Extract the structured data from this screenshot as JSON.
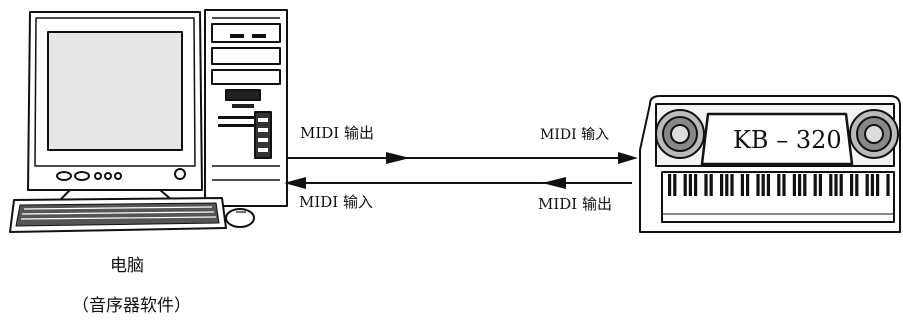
{
  "diagram": {
    "upper_link": {
      "left_label": "MIDI 输出",
      "right_label": "MIDI 输入"
    },
    "lower_link": {
      "left_label": "MIDI 输入",
      "right_label": "MIDI 输出"
    },
    "computer": {
      "name": "电脑",
      "subtitle": "（音序器软件）"
    },
    "keyboard": {
      "model": "KB – 320"
    }
  }
}
